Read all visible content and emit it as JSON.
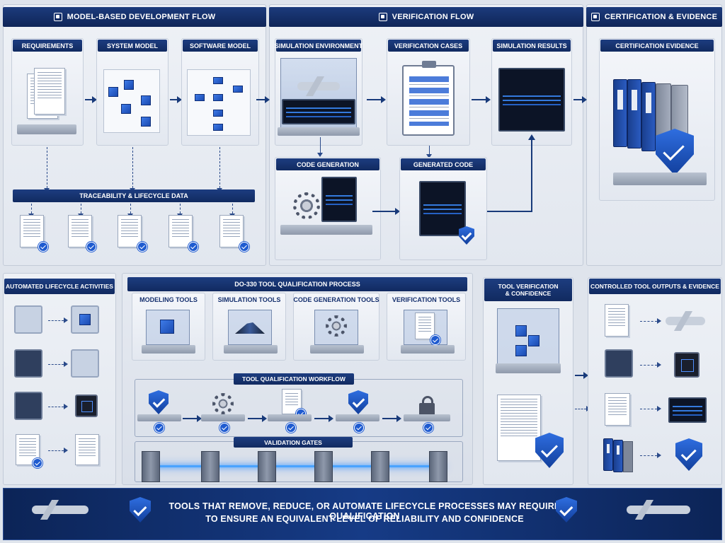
{
  "sections": {
    "model_flow": "MODEL-BASED DEVELOPMENT FLOW",
    "verification_flow": "VERIFICATION FLOW",
    "certification": "CERTIFICATION & EVIDENCE"
  },
  "model_steps": [
    "REQUIREMENTS",
    "SYSTEM MODEL",
    "SOFTWARE MODEL"
  ],
  "traceability": "TRACEABILITY & LIFECYCLE DATA",
  "verif_steps": [
    "SIMULATION ENVIRONMENT",
    "VERIFICATION CASES",
    "SIMULATION RESULTS"
  ],
  "code_steps": [
    "CODE GENERATION",
    "GENERATED CODE"
  ],
  "cert_evidence": "CERTIFICATION EVIDENCE",
  "automated": "AUTOMATED LIFECYCLE ACTIVITIES",
  "qualification": {
    "title": "DO-330 TOOL QUALIFICATION PROCESS",
    "tools": [
      "MODELING TOOLS",
      "SIMULATION TOOLS",
      "CODE GENERATION TOOLS",
      "VERIFICATION TOOLS"
    ],
    "workflow": "TOOL QUALIFICATION WORKFLOW",
    "gates": "VALIDATION GATES"
  },
  "tool_verification": {
    "line1": "TOOL VERIFICATION",
    "line2": "& CONFIDENCE"
  },
  "controlled_outputs": "CONTROLLED TOOL OUTPUTS & EVIDENCE",
  "footer": {
    "line1": "TOOLS THAT REMOVE, REDUCE, OR AUTOMATE LIFECYCLE PROCESSES MAY REQUIRE QUALIFICATION",
    "line2": "TO ENSURE AN EQUIVALENT LEVEL OF RELIABILITY AND CONFIDENCE"
  },
  "colors": {
    "navy": "#0f2558",
    "accent": "#1f5bd0",
    "beam": "#4aa3ff"
  }
}
